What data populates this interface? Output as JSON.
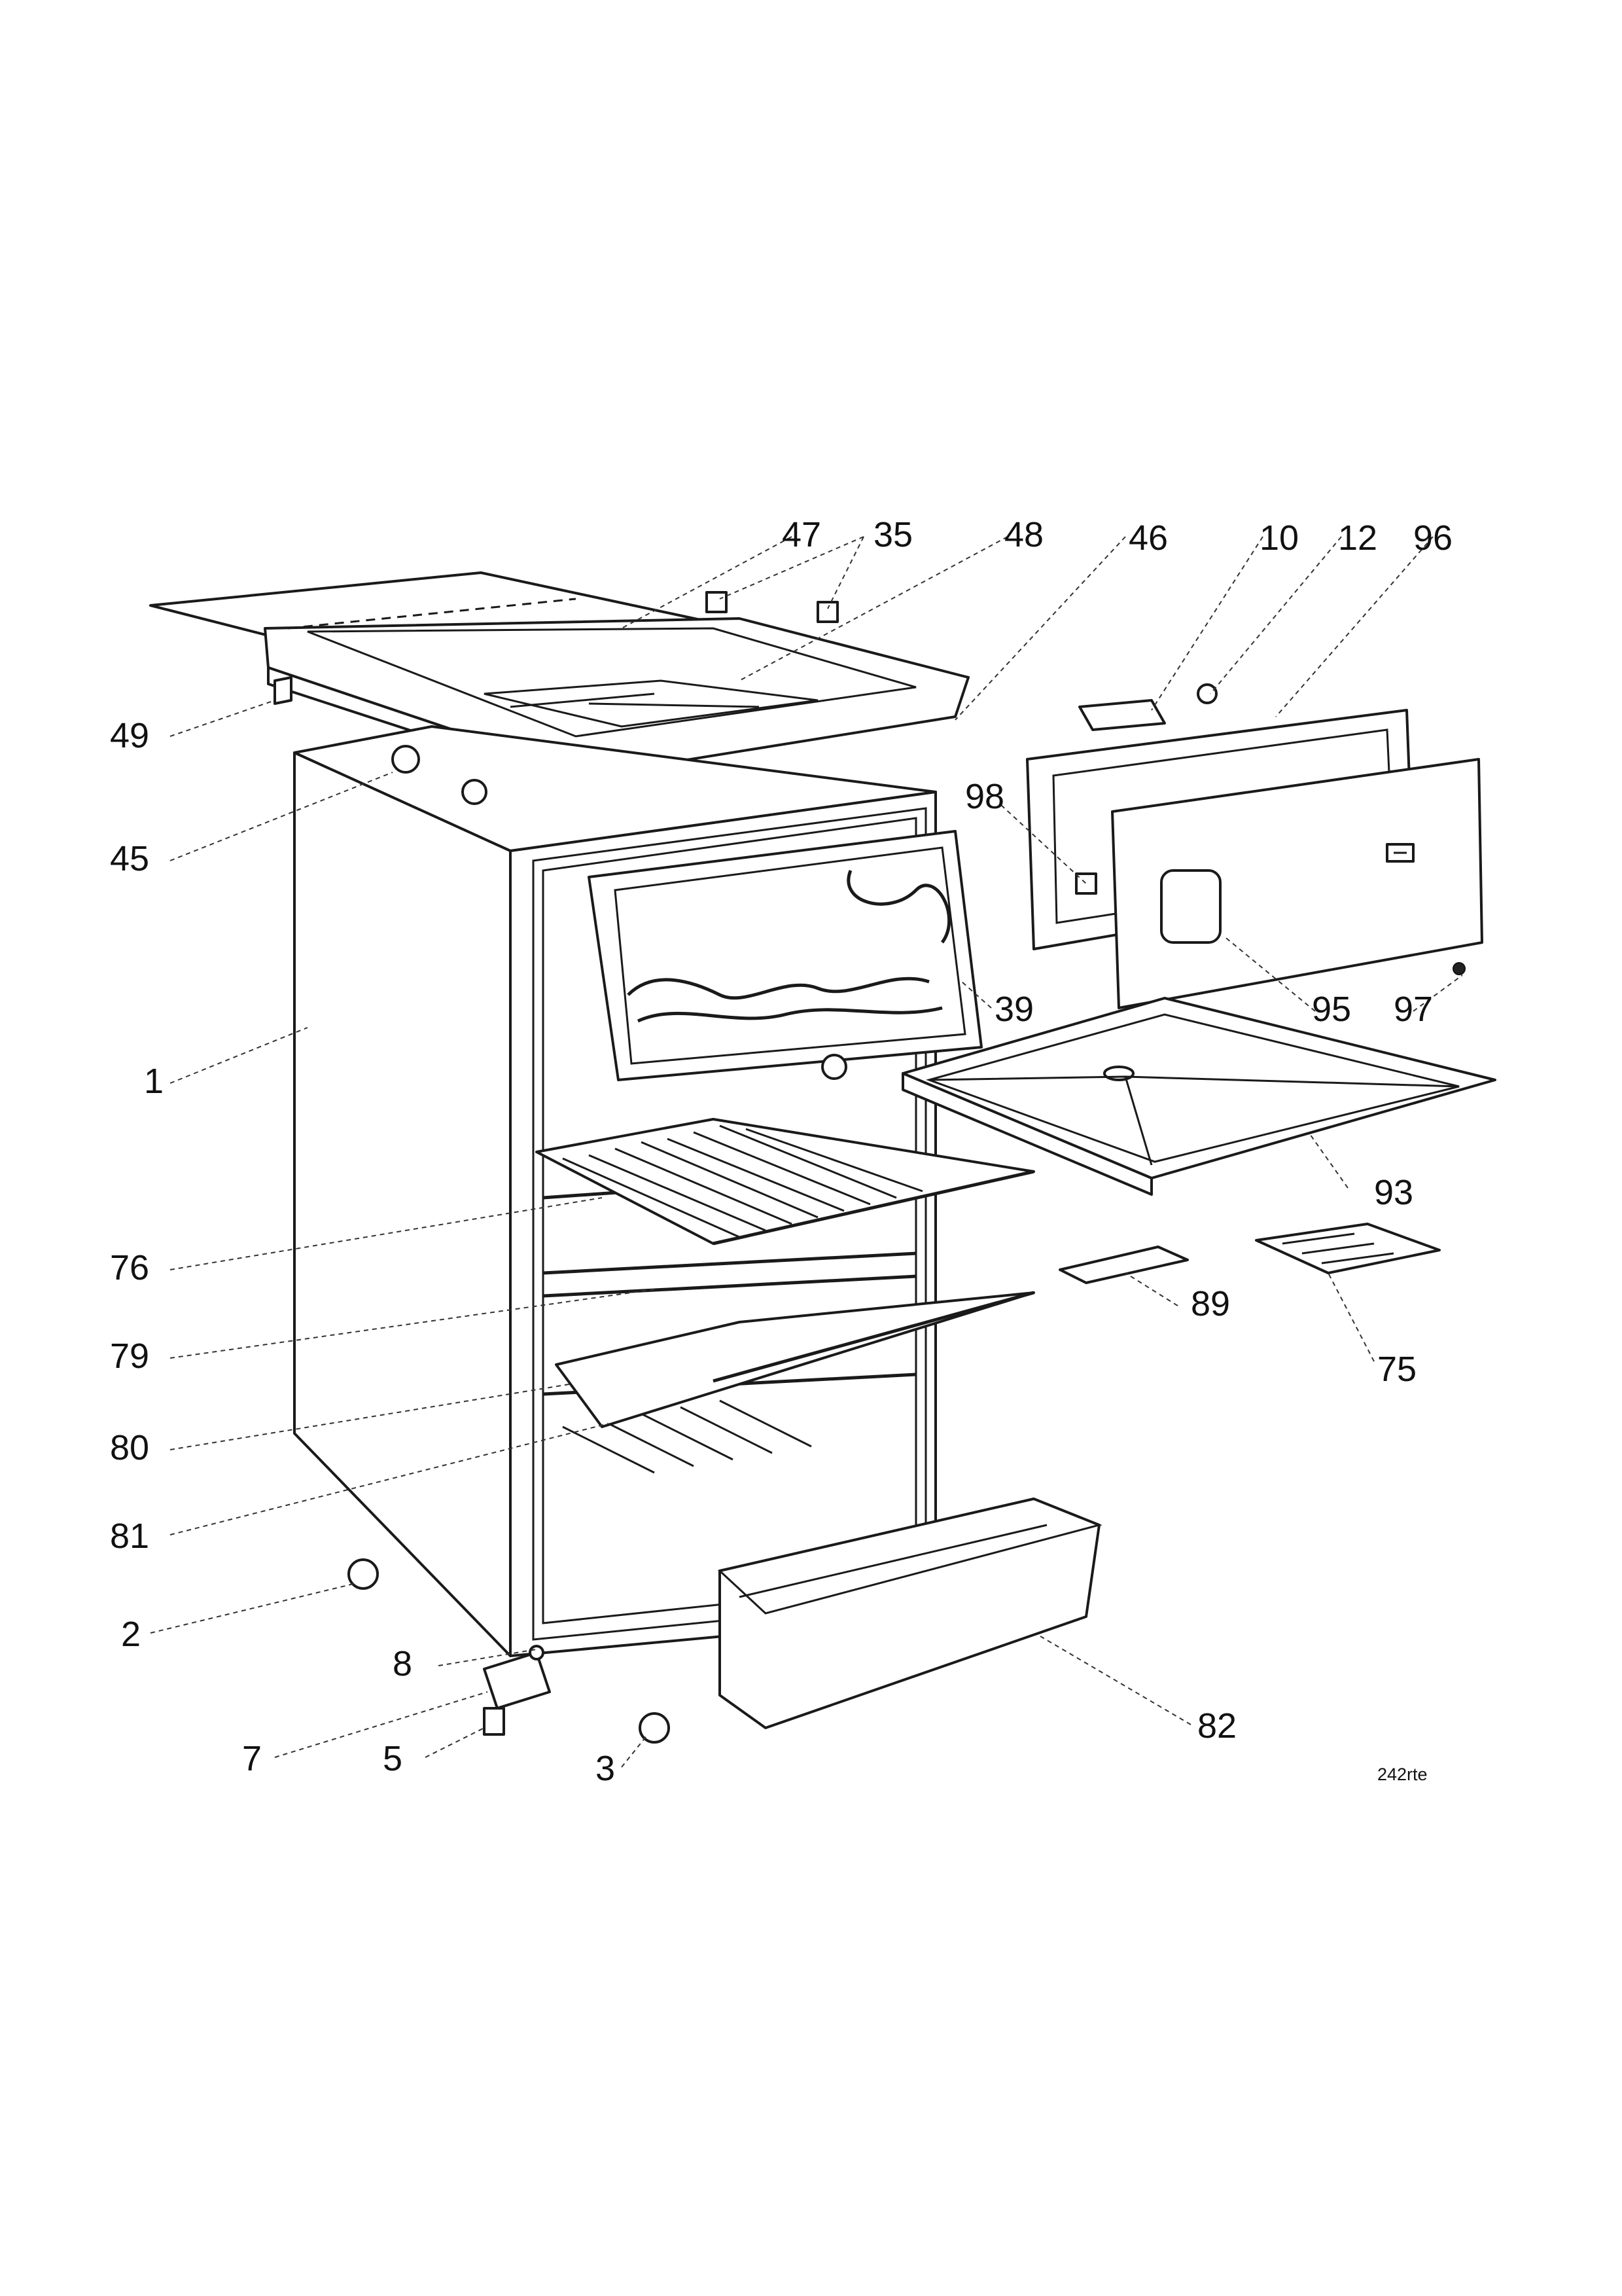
{
  "labels": {
    "l1": "1",
    "l2": "2",
    "l3": "3",
    "l5": "5",
    "l7": "7",
    "l8": "8",
    "l10": "10",
    "l12": "12",
    "l35": "35",
    "l39": "39",
    "l45": "45",
    "l46": "46",
    "l47": "47",
    "l48": "48",
    "l49": "49",
    "l75": "75",
    "l76": "76",
    "l79": "79",
    "l80": "80",
    "l81": "81",
    "l82": "82",
    "l89": "89",
    "l93": "93",
    "l95": "95",
    "l96": "96",
    "l97": "97",
    "l98": "98"
  },
  "drawing_code": "242rte",
  "colors": {
    "line": "#1a1a1a",
    "background": "#ffffff"
  }
}
